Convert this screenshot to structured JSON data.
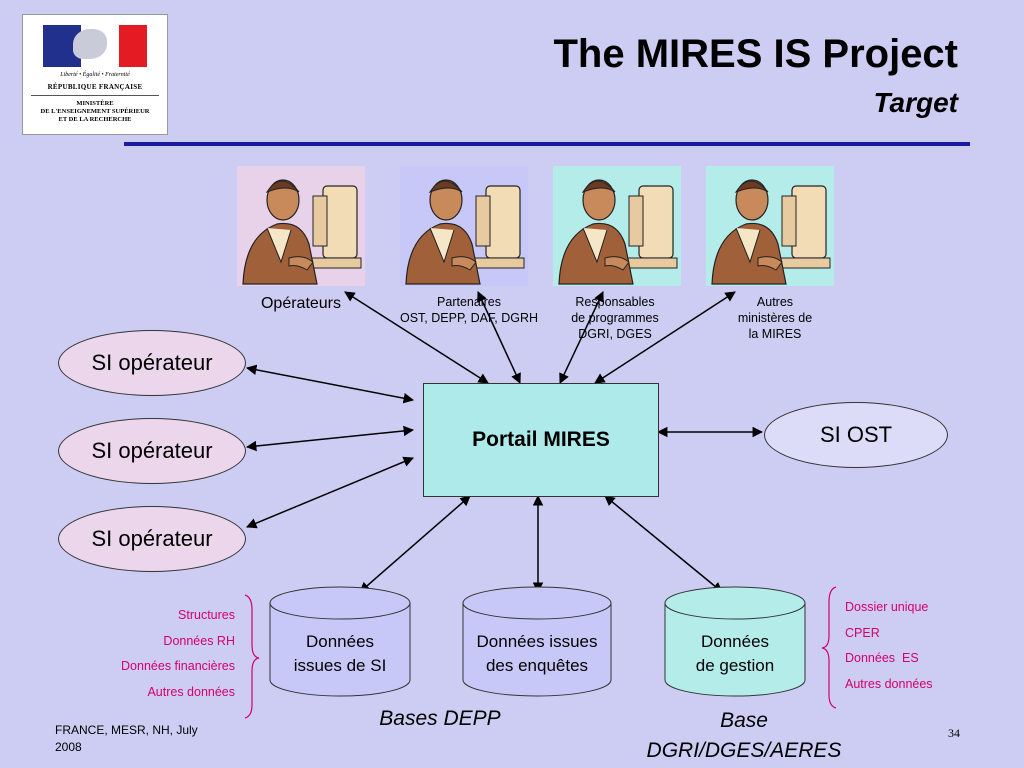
{
  "logo": {
    "motto": "Liberté • Égalité • Fraternité",
    "republique": "RÉPUBLIQUE FRANÇAISE",
    "ministry_line1": "MINISTÈRE",
    "ministry_line2": "DE L'ENSEIGNEMENT SUPÉRIEUR",
    "ministry_line3": "ET DE LA RECHERCHE"
  },
  "header": {
    "title": "The MIRES IS Project",
    "subtitle": "Target"
  },
  "users": [
    {
      "line1": "Opérateurs",
      "color": "#e8d2ea"
    },
    {
      "line1": "Partenaires",
      "line2": "OST, DEPP, DAF, DGRH",
      "color": "#c8c8f8"
    },
    {
      "line1": "Responsables",
      "line2": "de programmes",
      "line3": "DGRI, DGES",
      "color": "#b4ecea"
    },
    {
      "line1": "Autres",
      "line2": "ministères de",
      "line3": "la MIRES",
      "color": "#b4ecea"
    }
  ],
  "operators": [
    "SI opérateur",
    "SI opérateur",
    "SI opérateur"
  ],
  "portal": "Portail MIRES",
  "si_ost": "SI OST",
  "databases": [
    {
      "line1": "Données",
      "line2": "issues de SI",
      "color": "#c8c8f8"
    },
    {
      "line1": "Données issues",
      "line2": "des enquêtes",
      "color": "#c8c8f8"
    },
    {
      "line1": "Données",
      "line2": "de gestion",
      "color": "#b4ecea"
    }
  ],
  "left_list": [
    "Structures",
    "Données RH",
    "Données financières",
    "Autres données"
  ],
  "right_list": [
    "Dossier unique",
    "CPER",
    "Données  ES",
    "Autres données"
  ],
  "base_depp": "Bases DEPP",
  "base_dgri_line1": "Base",
  "base_dgri_line2": "DGRI/DGES/AERES",
  "footer_line1": "FRANCE, MESR, NH, July",
  "footer_line2": "2008",
  "page_number": "34",
  "colors": {
    "background": "#cdcdf3",
    "accent": "#1a1aa0",
    "list_text": "#d4006a",
    "portal": "#aeeaea",
    "operator": "#ecd6ec"
  }
}
